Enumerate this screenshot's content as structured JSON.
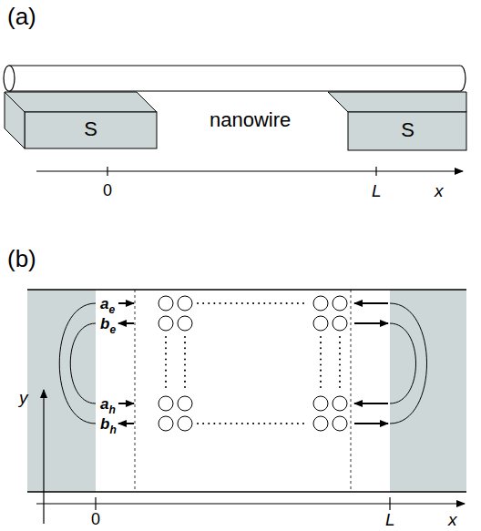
{
  "diagram": {
    "nodes": [
      {
        "text": [
          "S"
        ]
      },
      {
        "text": [
          "S"
        ]
      }
    ],
    "labels": [
      "(a)",
      "nanowire",
      "0",
      "L",
      "x",
      "(b)",
      "ae",
      "be",
      "ah",
      "bh",
      "y",
      "0",
      "L",
      "x"
    ]
  }
}
